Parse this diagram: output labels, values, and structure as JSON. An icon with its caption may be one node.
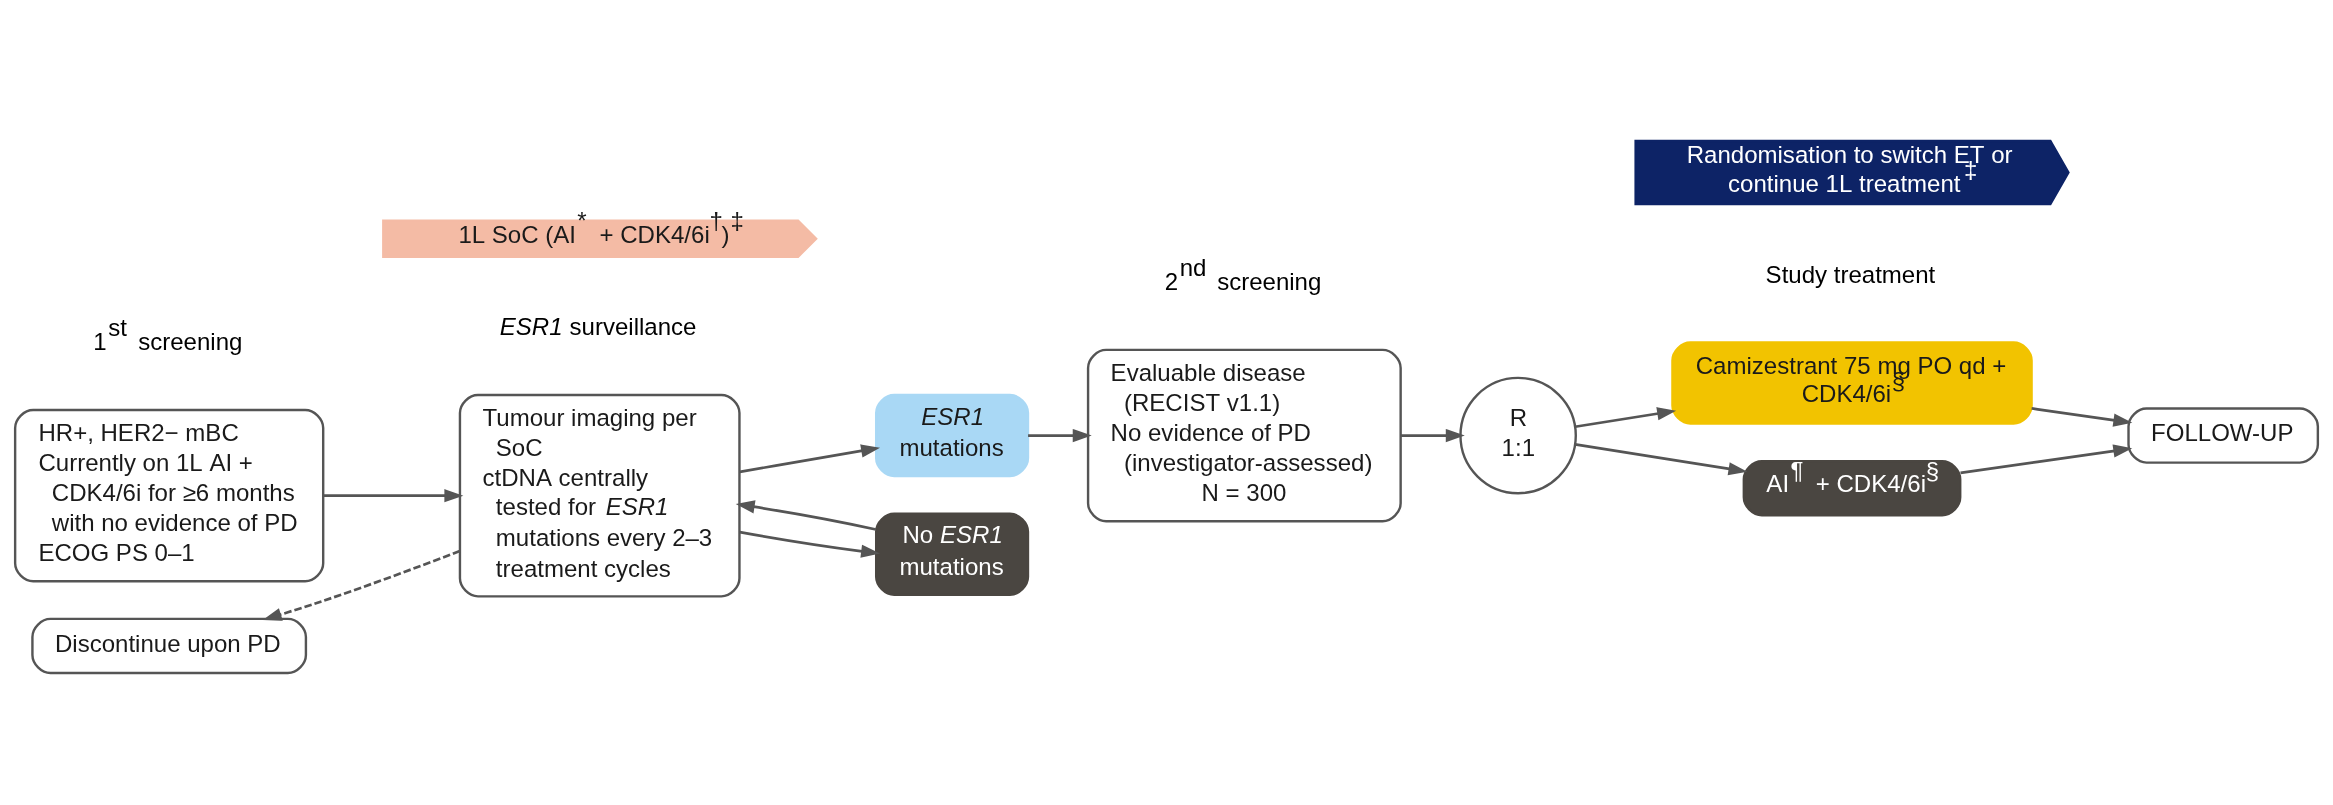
{
  "diagram": {
    "nodes": [
      {
        "text": [
          "1L SoC (AI$^{*}$ + CDK4/6i$^{†}$)$^{‡}$"
        ]
      },
      {
        "text": [
          "Randomisation to switch ET or continue 1L treatment$^{‡}$"
        ]
      },
      {
        "text": [
          "HR+, HER2− mBC",
          "Currently on 1L AI + CDK4/6i for ≥6 months with no evidence of PD",
          "ECOG PS 0–1"
        ]
      },
      {
        "text": [
          "Tumour imaging per SoC",
          "ctDNA centrally tested for *ESR1* mutations every 2–3 treatment cycles"
        ]
      },
      {
        "text": [
          "*ESR1* mutations"
        ]
      },
      {
        "text": [
          "No *ESR1* mutations"
        ]
      },
      {
        "text": [
          "Discontinue upon PD"
        ]
      },
      {
        "text": [
          "Evaluable disease (RECIST v1.1)",
          "No evidence of PD (investigator-assessed)",
          "N = 300"
        ]
      },
      {
        "text": [
          "R 1:1"
        ]
      },
      {
        "text": [
          "Camizestrant 75 mg PO qd + CDK4/6i$^{§}$"
        ]
      },
      {
        "text": [
          "AI$^{¶}$ + CDK4/6i$^{§}$"
        ]
      },
      {
        "text": [
          "FOLLOW-UP"
        ]
      }
    ],
    "edges": [
      {
        "from": 2,
        "to": 3,
        "arrow": "to"
      },
      {
        "from": 3,
        "to": 4,
        "arrow": "to"
      },
      {
        "from": 3,
        "to": 5,
        "arrow": "to"
      },
      {
        "from": 3,
        "to": 6,
        "arrow": "to",
        "style": "dashed"
      },
      {
        "from": 5,
        "to": 3,
        "arrow": "to"
      },
      {
        "from": 4,
        "to": 7,
        "arrow": "to"
      },
      {
        "from": 7,
        "to": 8,
        "arrow": "to"
      },
      {
        "from": 8,
        "to": 9,
        "arrow": "to"
      },
      {
        "from": 8,
        "to": 10,
        "arrow": "to"
      },
      {
        "from": 9,
        "to": 11,
        "arrow": "to"
      },
      {
        "from": 10,
        "to": 11,
        "arrow": "to"
      }
    ],
    "labels": [
      "1$^{st}$ screening",
      "*ESR1* surveillance",
      "2$^{nd}$ screening",
      "Study treatment"
    ]
  }
}
